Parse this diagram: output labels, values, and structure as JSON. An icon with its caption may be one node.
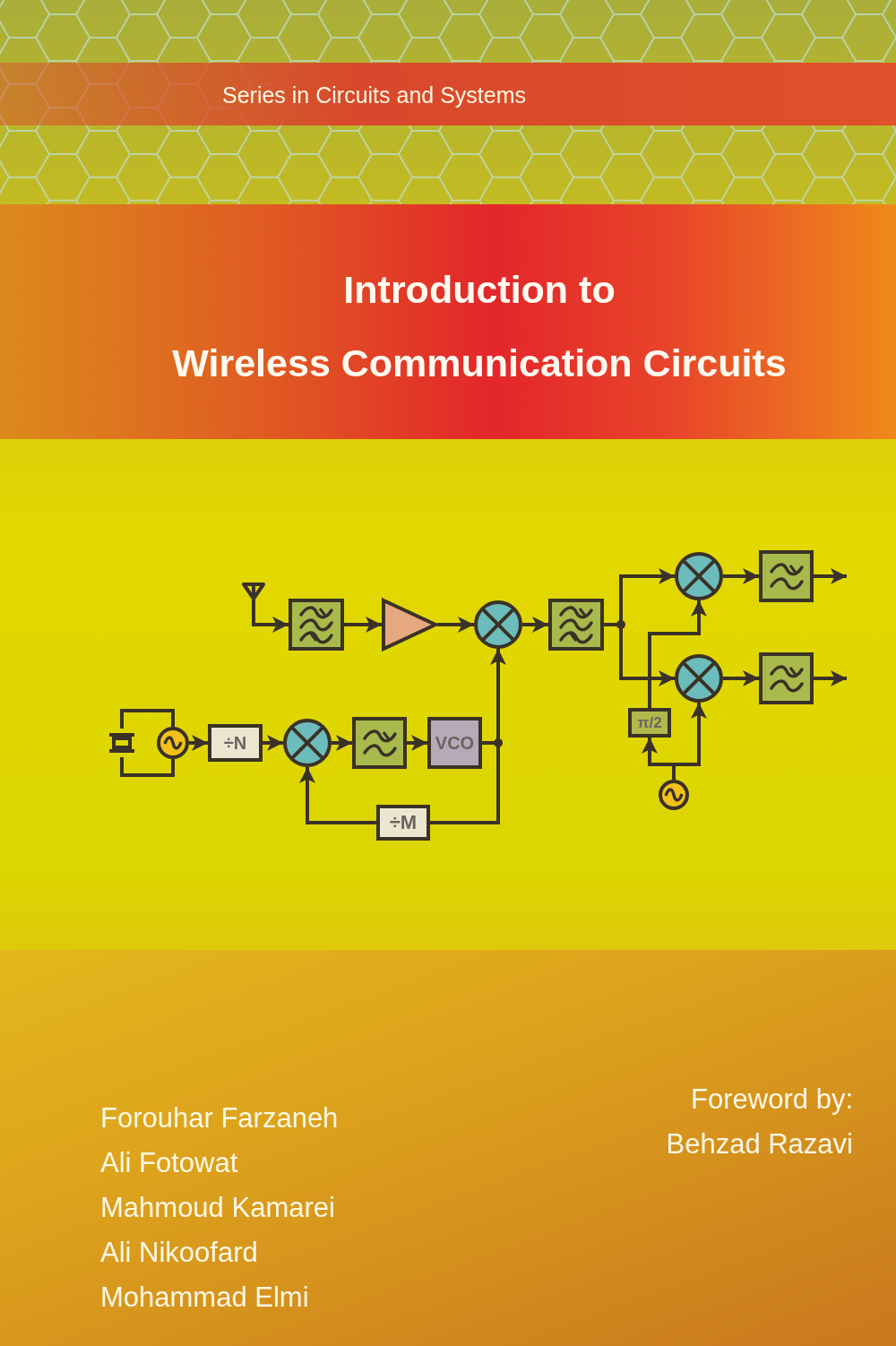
{
  "diagram": {
    "title": "Introduction to Wireless Communication Circuits",
    "nodes": [
      {
        "text": [],
        "shape": "picture"
      },
      {
        "text": [],
        "shape": "box"
      },
      {
        "text": [],
        "shape": "triangle"
      },
      {
        "text": [],
        "shape": "circle"
      },
      {
        "text": [],
        "shape": "box"
      },
      {
        "text": [],
        "shape": "circle"
      },
      {
        "text": [],
        "shape": "box"
      },
      {
        "text": [],
        "shape": "circle"
      },
      {
        "text": [],
        "shape": "box"
      },
      {
        "text": [],
        "shape": "box"
      },
      {
        "text": [],
        "shape": "circle"
      },
      {
        "text": [
          "÷N"
        ]
      },
      {
        "text": [],
        "shape": "circle"
      },
      {
        "text": [],
        "shape": "box"
      },
      {
        "text": [
          "VCO"
        ]
      },
      {
        "text": [
          "÷M"
        ]
      },
      {
        "text": [
          "π/2"
        ]
      },
      {
        "text": [],
        "shape": "circle"
      }
    ],
    "edges": [
      {
        "from": 0,
        "to": 1,
        "arrow": "to"
      },
      {
        "from": 1,
        "to": 2,
        "arrow": "to"
      },
      {
        "from": 2,
        "to": 3,
        "arrow": "to"
      },
      {
        "from": 3,
        "to": 4,
        "arrow": "to"
      },
      {
        "from": 4,
        "to": 5,
        "arrow": "to"
      },
      {
        "from": 4,
        "to": 7,
        "arrow": "to"
      },
      {
        "from": 5,
        "to": 6,
        "arrow": "to"
      },
      {
        "from": 7,
        "to": 8,
        "arrow": "to"
      },
      {
        "from": 6,
        "to": null,
        "arrow": "to"
      },
      {
        "from": 8,
        "to": null,
        "arrow": "to"
      },
      {
        "from": 16,
        "to": 5,
        "arrow": "to"
      },
      {
        "from": 17,
        "to": 16,
        "arrow": "to"
      },
      {
        "from": 17,
        "to": 7,
        "arrow": "to"
      },
      {
        "from": 9,
        "to": 10,
        "arrow": "none"
      },
      {
        "from": 10,
        "to": 11,
        "arrow": "to"
      },
      {
        "from": 11,
        "to": 12,
        "arrow": "to"
      },
      {
        "from": 12,
        "to": 13,
        "arrow": "to"
      },
      {
        "from": 13,
        "to": 14,
        "arrow": "to"
      },
      {
        "from": 14,
        "to": 3,
        "arrow": "to"
      },
      {
        "from": 14,
        "to": 15,
        "arrow": "none"
      },
      {
        "from": 15,
        "to": 12,
        "arrow": "to"
      }
    ],
    "labels": [
      "Series in Circuits and Systems",
      "Forouhar Farzaneh",
      "Ali Fotowat",
      "Mahmoud Kamarei",
      "Ali Nikoofard",
      "Mohammad Elmi",
      "Foreword by:",
      "Behzad Razavi"
    ]
  }
}
